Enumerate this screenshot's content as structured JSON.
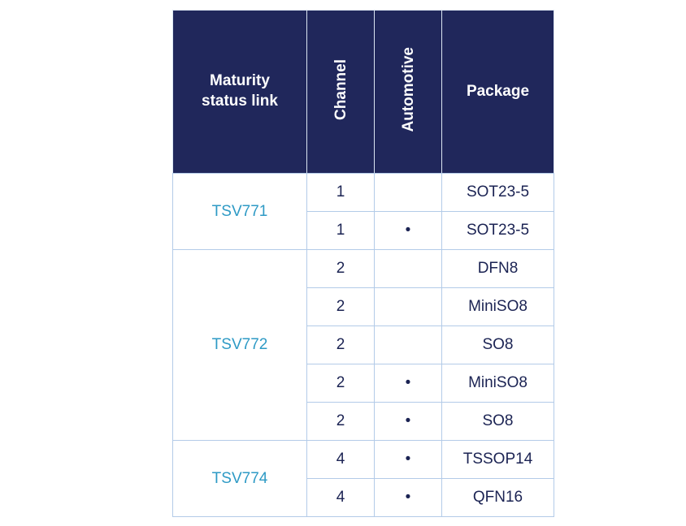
{
  "table": {
    "headers": {
      "device": "Maturity status link",
      "channel": "Channel",
      "automotive": "Automotive",
      "package": "Package"
    },
    "groups": [
      {
        "device": "TSV771",
        "rows": [
          {
            "channel": "1",
            "automotive": "",
            "package": "SOT23-5"
          },
          {
            "channel": "1",
            "automotive": "•",
            "package": "SOT23-5"
          }
        ]
      },
      {
        "device": "TSV772",
        "rows": [
          {
            "channel": "2",
            "automotive": "",
            "package": "DFN8"
          },
          {
            "channel": "2",
            "automotive": "",
            "package": "MiniSO8"
          },
          {
            "channel": "2",
            "automotive": "",
            "package": "SO8"
          },
          {
            "channel": "2",
            "automotive": "•",
            "package": "MiniSO8"
          },
          {
            "channel": "2",
            "automotive": "•",
            "package": "SO8"
          }
        ]
      },
      {
        "device": "TSV774",
        "rows": [
          {
            "channel": "4",
            "automotive": "•",
            "package": "TSSOP14"
          },
          {
            "channel": "4",
            "automotive": "•",
            "package": "QFN16"
          }
        ]
      }
    ],
    "colors": {
      "header_bg": "#1a2152",
      "header_bg_dither": "#252d64",
      "header_text": "#ffffff",
      "body_text": "#1b2353",
      "device_link": "#2e9ac5",
      "grid_border": "#b3cbe8"
    }
  }
}
